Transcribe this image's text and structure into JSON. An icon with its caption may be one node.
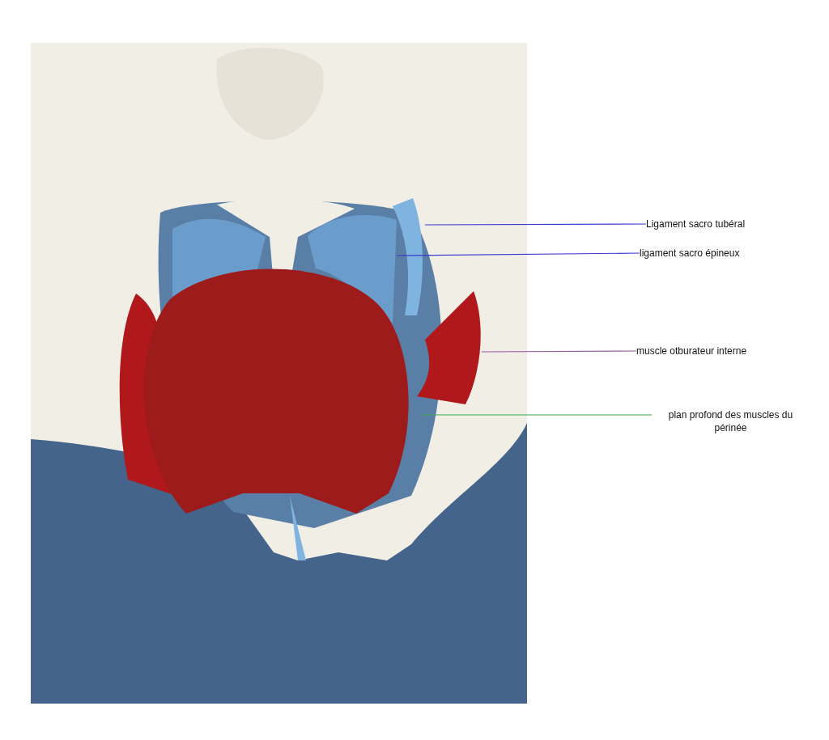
{
  "diagram": {
    "nodes": [
      {
        "text": [
          "Ligament sacro tubéral"
        ]
      },
      {
        "text": [
          "ligament sacro épineux"
        ]
      },
      {
        "text": [
          "muscle otburateur interne"
        ]
      },
      {
        "text": [
          "plan profond des muscles du périnée"
        ]
      },
      {
        "text": [],
        "shape": "picture"
      },
      {
        "text": [],
        "shape": "picture",
        "in": 4
      },
      {
        "text": [],
        "shape": "picture",
        "in": 4
      },
      {
        "text": [],
        "shape": "picture",
        "in": 4
      },
      {
        "text": [],
        "shape": "picture",
        "in": 4
      }
    ],
    "edges": [
      {
        "from": 0,
        "to": 5,
        "arrow": "none"
      },
      {
        "from": 1,
        "to": 6,
        "arrow": "none"
      },
      {
        "from": 2,
        "to": 7,
        "arrow": "none",
        "color": "#9a5aa8"
      },
      {
        "from": 3,
        "to": 8,
        "arrow": "none",
        "color": "#3aa84a"
      }
    ]
  }
}
